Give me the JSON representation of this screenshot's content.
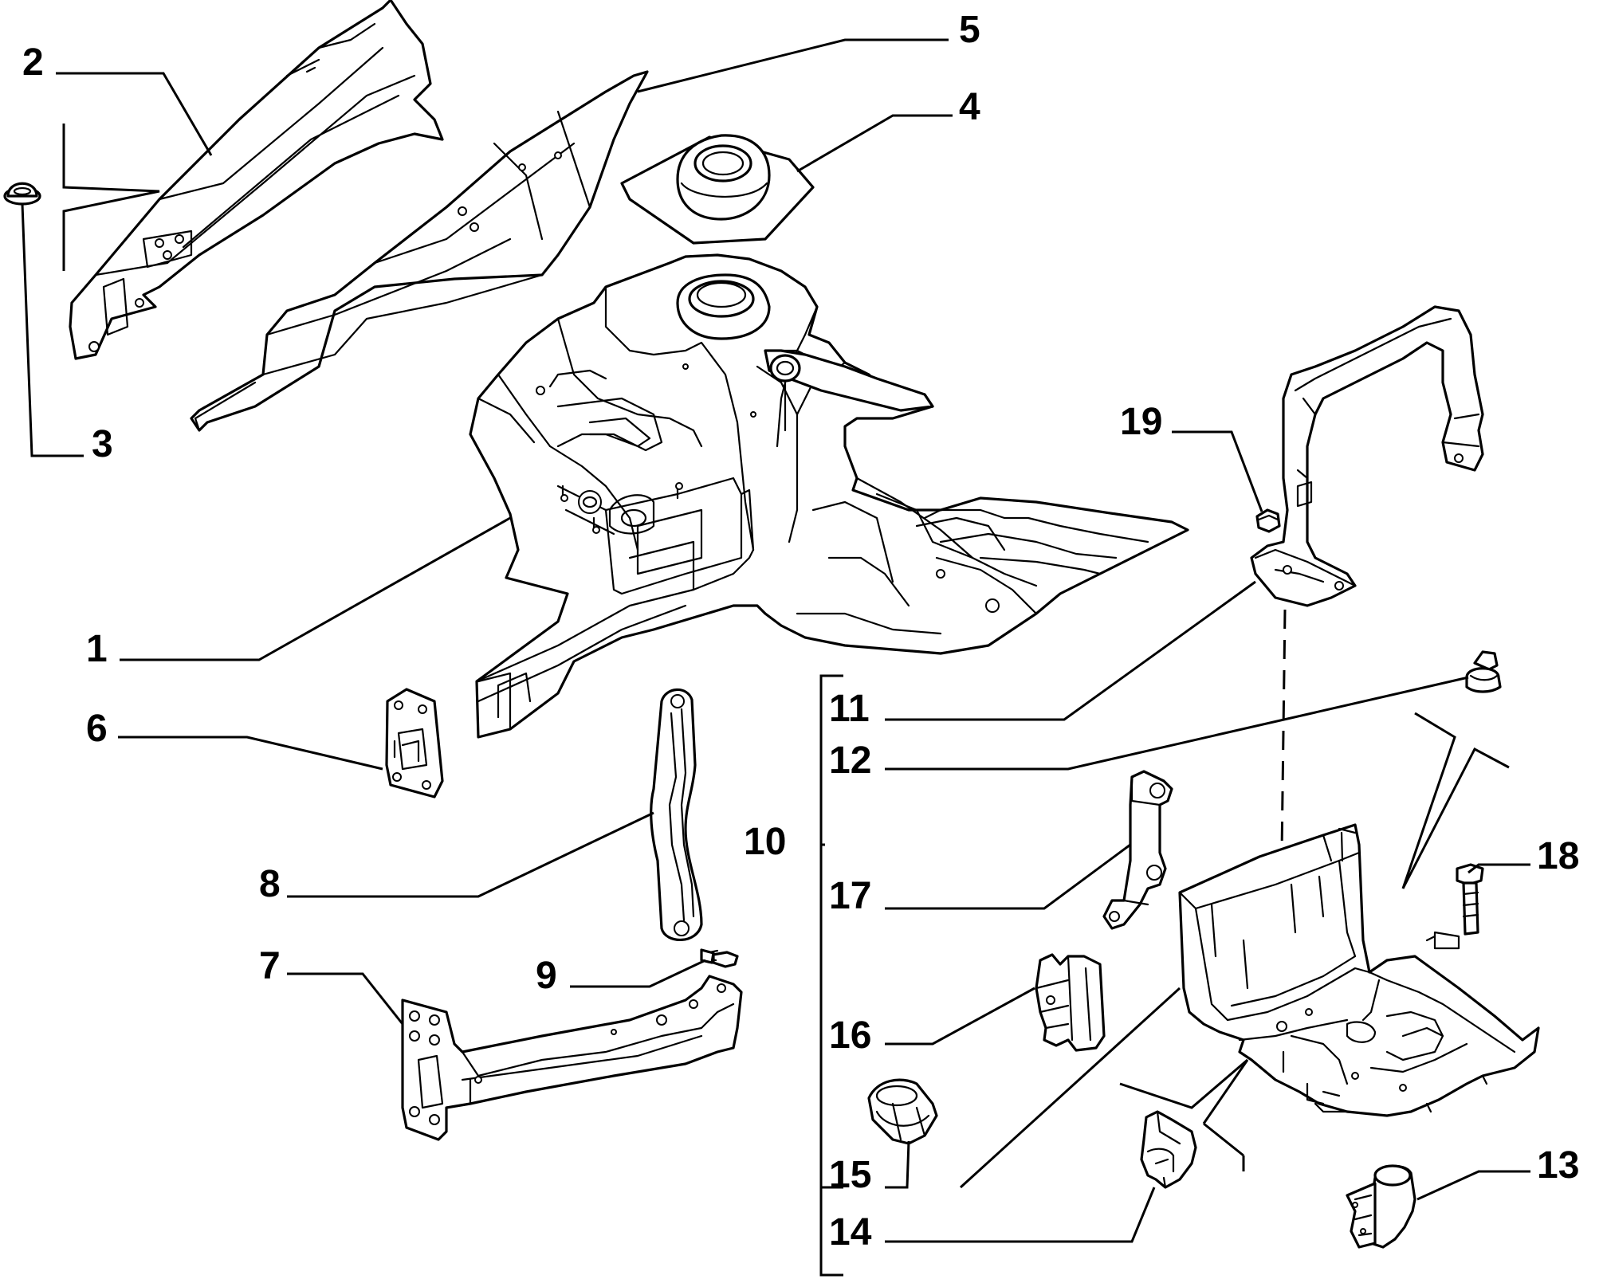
{
  "callouts": [
    {
      "id": "1",
      "text": "1"
    },
    {
      "id": "2",
      "text": "2"
    },
    {
      "id": "3",
      "text": "3"
    },
    {
      "id": "4",
      "text": "4"
    },
    {
      "id": "5",
      "text": "5"
    },
    {
      "id": "6",
      "text": "6"
    },
    {
      "id": "7",
      "text": "7"
    },
    {
      "id": "8",
      "text": "8"
    },
    {
      "id": "9",
      "text": "9"
    },
    {
      "id": "10",
      "text": "10"
    },
    {
      "id": "11",
      "text": "11"
    },
    {
      "id": "12",
      "text": "12"
    },
    {
      "id": "13",
      "text": "13"
    },
    {
      "id": "14",
      "text": "14"
    },
    {
      "id": "15",
      "text": "15"
    },
    {
      "id": "16",
      "text": "16"
    },
    {
      "id": "17",
      "text": "17"
    },
    {
      "id": "18",
      "text": "18"
    },
    {
      "id": "19",
      "text": "19"
    }
  ],
  "colors": {
    "ink": "#000000",
    "background": "#ffffff"
  }
}
